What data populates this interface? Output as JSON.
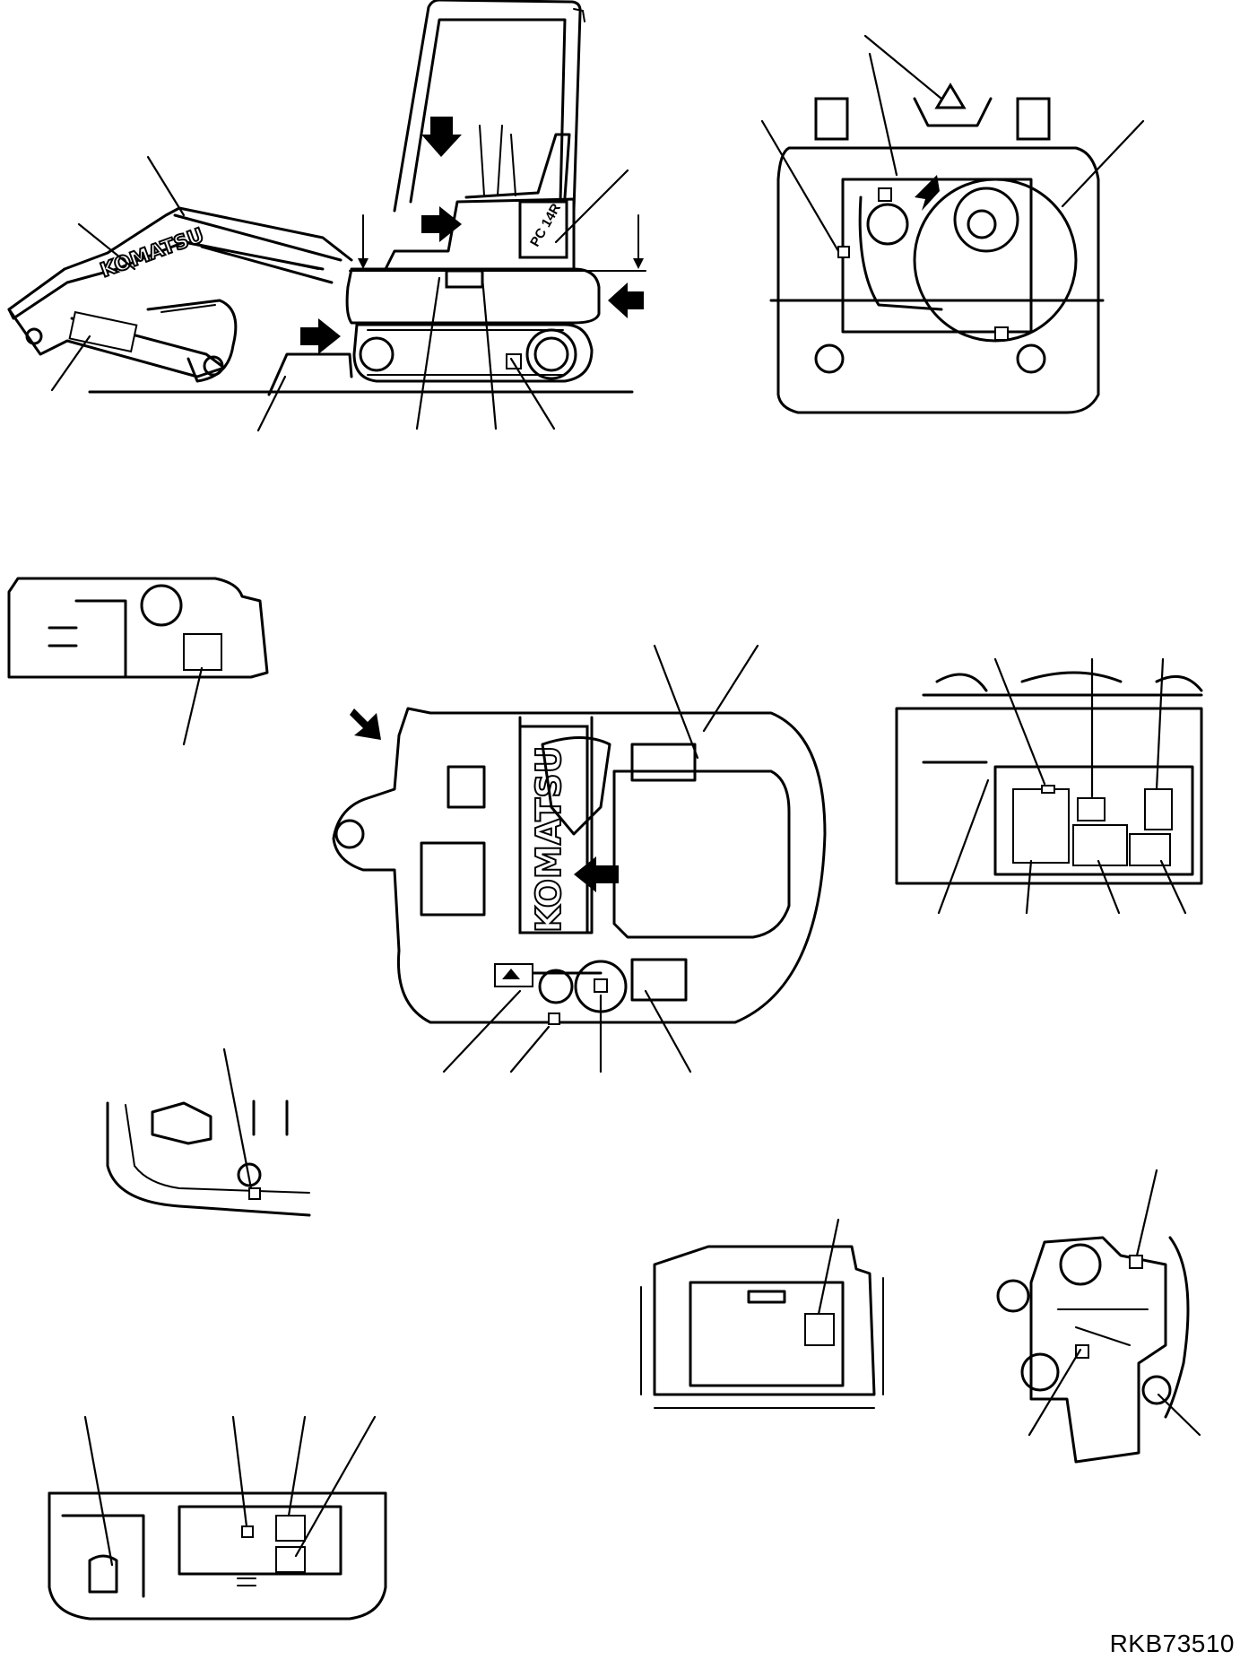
{
  "brand_logo": "KOMATSU",
  "model_badge": "PC 14R",
  "drawing_code": "RKB73510",
  "colors": {
    "line": "#000000",
    "background": "#ffffff"
  }
}
